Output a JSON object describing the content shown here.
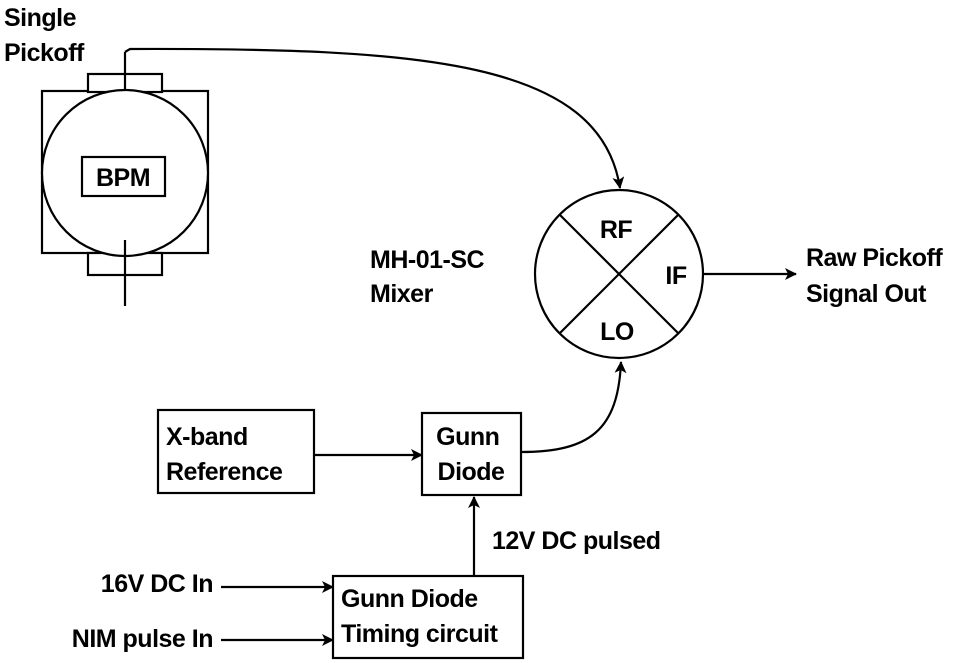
{
  "pickoff_label": [
    "Single",
    "Pickoff"
  ],
  "bpm_label": "BPM",
  "mixer": {
    "name": [
      "MH-01-SC",
      "Mixer"
    ],
    "rf": "RF",
    "if": "IF",
    "lo": "LO"
  },
  "output_label": [
    "Raw Pickoff",
    "Signal Out"
  ],
  "xband_label": [
    "X-band",
    "Reference"
  ],
  "gunn_diode_label": [
    "Gunn",
    "Diode"
  ],
  "pulsed_label": "12V DC pulsed",
  "timing_label": [
    "Gunn Diode",
    "Timing circuit"
  ],
  "dc_in_label": "16V DC In",
  "nim_in_label": "NIM pulse In",
  "colors": {
    "line": "#000000",
    "background": "#ffffff"
  }
}
